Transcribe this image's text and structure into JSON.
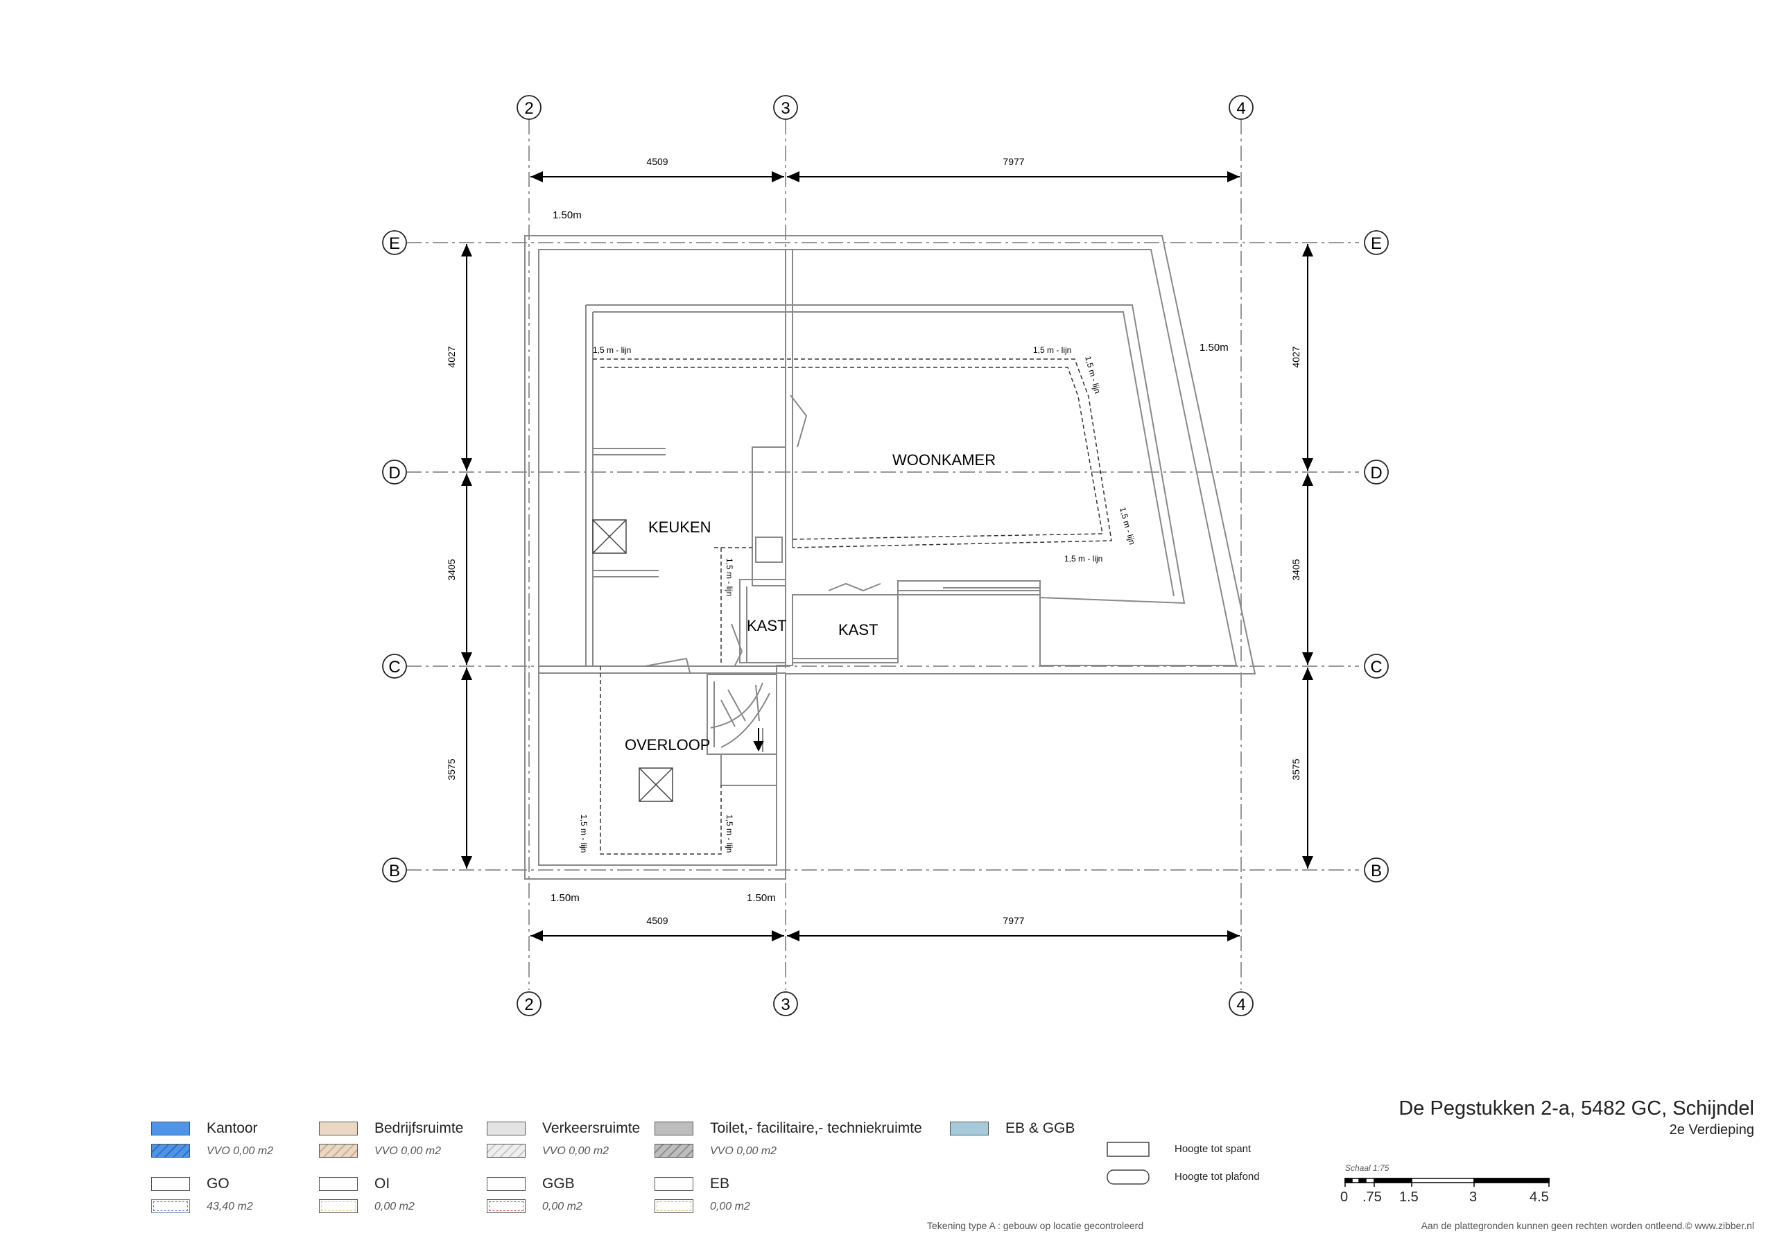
{
  "address": "De Pegstukken 2-a, 5482 GC, Schijndel",
  "floor": "2e Verdieping",
  "grid": {
    "cols": [
      "2",
      "3",
      "4"
    ],
    "rows": [
      "E",
      "D",
      "C",
      "B"
    ]
  },
  "dimensions": {
    "top": [
      "4509",
      "7977"
    ],
    "bottom": [
      "4509",
      "7977"
    ],
    "left": [
      "4027",
      "3405",
      "3575"
    ],
    "right": [
      "4027",
      "3405",
      "3575"
    ]
  },
  "offsets": {
    "top_left": "1.50m",
    "right": "1.50m",
    "bottom_left": "1.50m",
    "bottom_mid": "1.50m"
  },
  "line_label": "1,5 m - lijn",
  "rooms": {
    "woonkamer": "WOONKAMER",
    "keuken": "KEUKEN",
    "kast1": "KAST",
    "kast2": "KAST",
    "overloop": "OVERLOOP"
  },
  "legend": {
    "kantoor": {
      "label": "Kantoor",
      "sub": "VVO 0,00 m2",
      "color": "#4f94e8"
    },
    "bedrijfsruimte": {
      "label": "Bedrijfsruimte",
      "sub": "VVO 0,00 m2",
      "color": "#ead8c5"
    },
    "verkeersruimte": {
      "label": "Verkeersruimte",
      "sub": "VVO 0,00 m2",
      "color": "#e3e3e3"
    },
    "toilet": {
      "label": "Toilet,- facilitaire,- techniekruimte",
      "sub": "VVO 0,00 m2",
      "color": "#bdbdbd"
    },
    "ebggb": {
      "label": "EB & GGB",
      "color": "#a7cadb"
    },
    "go": {
      "label": "GO",
      "sub": "43,40 m2"
    },
    "oi": {
      "label": "OI",
      "sub": "0,00 m2"
    },
    "ggb": {
      "label": "GGB",
      "sub": "0,00 m2"
    },
    "eb": {
      "label": "EB",
      "sub": "0,00 m2"
    }
  },
  "hoogte": {
    "spant": "Hoogte tot spant",
    "plafond": "Hoogte tot plafond"
  },
  "scale": {
    "label": "Schaal 1:75",
    "ticks": [
      "0",
      ".75",
      "1.5",
      "3",
      "4.5"
    ]
  },
  "footer": {
    "tekening": "Tekening type A : gebouw op locatie gecontroleerd",
    "disclaimer": "Aan de plattegronden kunnen geen rechten worden ontleend.© www.zibber.nl"
  }
}
